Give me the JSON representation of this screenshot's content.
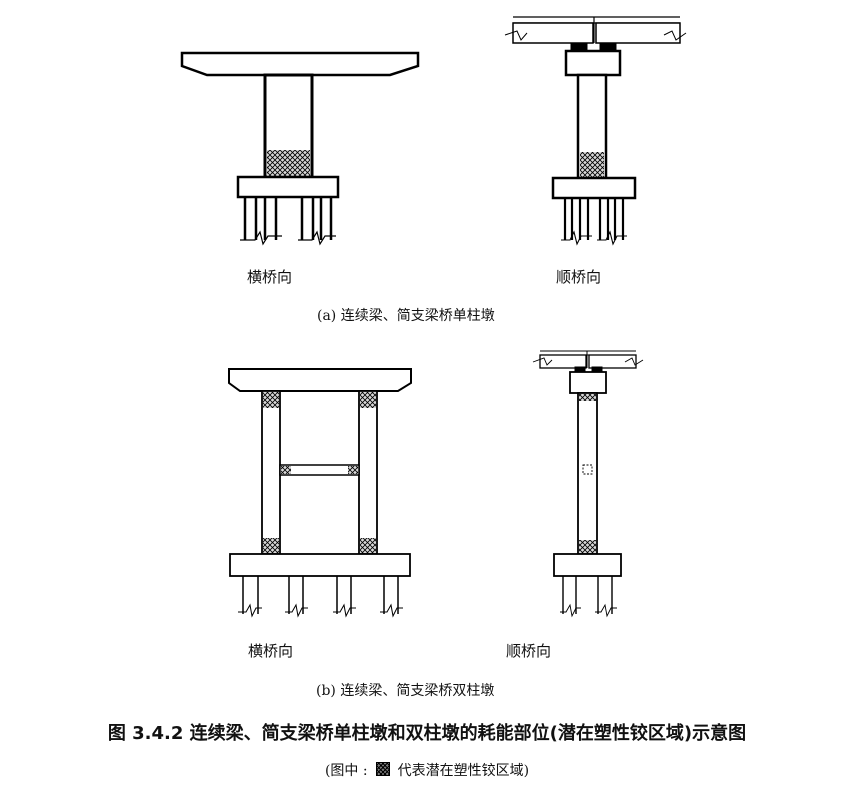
{
  "labels": {
    "a_transverse": "横桥向",
    "a_longitudinal": "顺桥向",
    "b_transverse": "横桥向",
    "b_longitudinal": "顺桥向"
  },
  "captions": {
    "a": "(a)  连续梁、简支梁桥单柱墩",
    "b": "(b)  连续梁、简支梁桥双柱墩"
  },
  "figure_title": "图 3.4.2  连续梁、简支梁桥单柱墩和双柱墩的耗能部位(潜在塑性铰区域)示意图",
  "legend": {
    "prefix": "(图中 :",
    "suffix": "代表潜在塑性铰区域)"
  }
}
